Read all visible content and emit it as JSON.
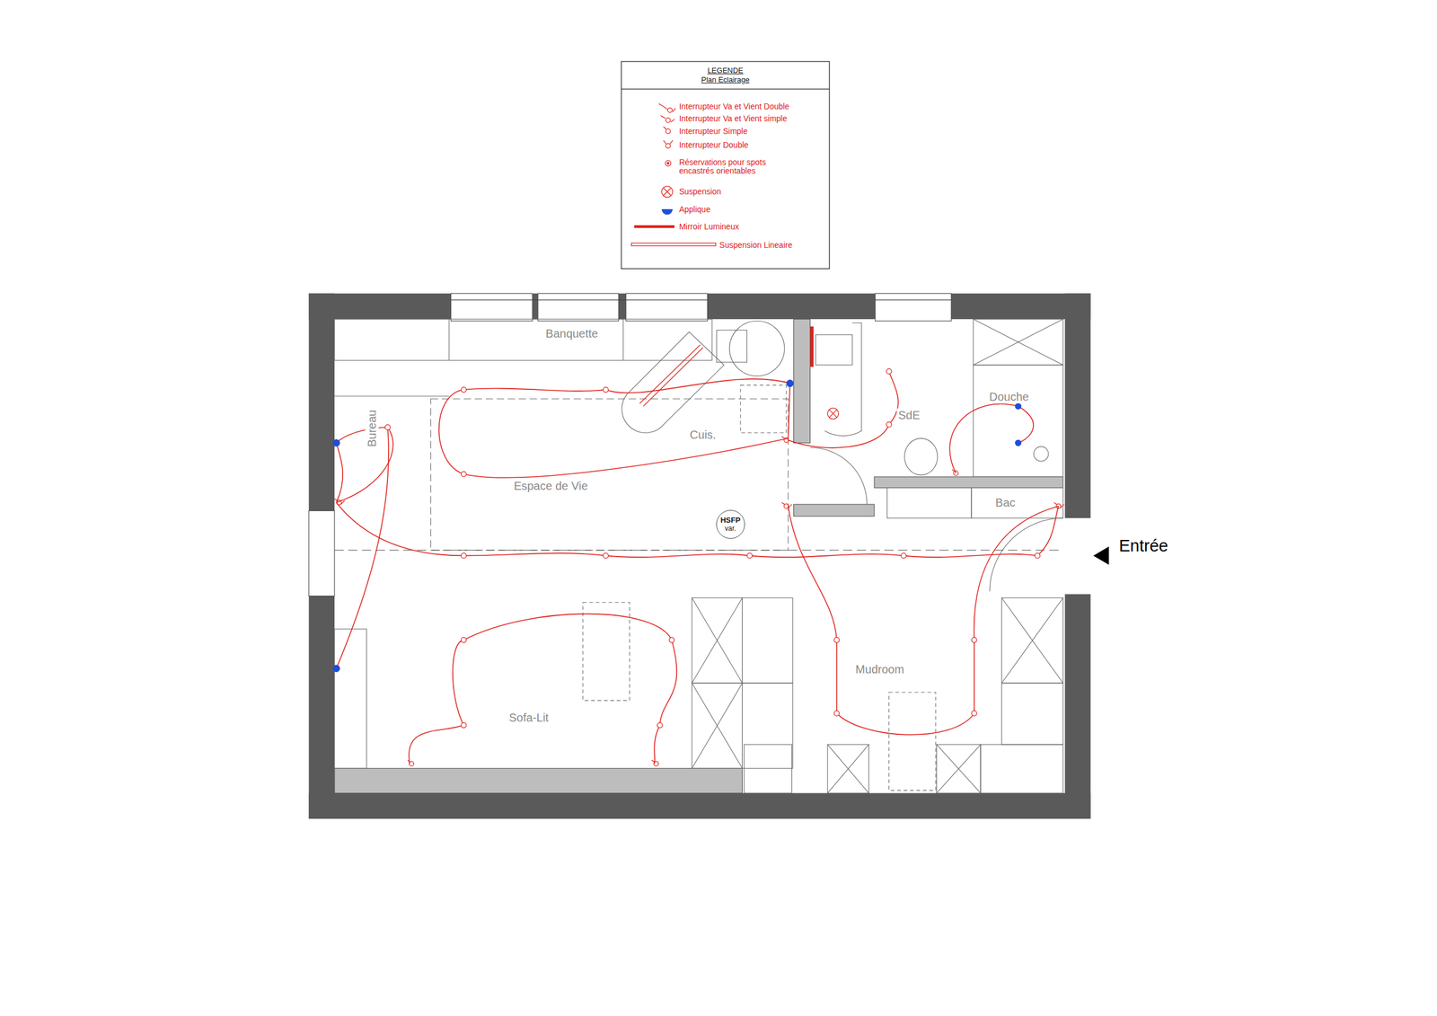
{
  "diagram": {
    "nodes": [
      {
        "text": [
          "LEGENDE",
          "Plan Eclairage"
        ]
      },
      {
        "text": [
          "HSFP",
          "var."
        ]
      }
    ],
    "labels": [
      "Banquette",
      "Cuis.",
      "SdE",
      "Douche",
      "Bac",
      "Bureau",
      "Espace de Vie",
      "Mudroom",
      "Sofa-Lit",
      "Entrée"
    ],
    "legend": [
      {
        "text": "Interrupteur Va et Vient Double"
      },
      {
        "text": "Interrupteur Va et Vient simple"
      },
      {
        "text": "Interrupteur Simple"
      },
      {
        "text": "Interrupteur Double"
      },
      {
        "text": "Réservations pour spots encastrés orientables"
      },
      {
        "text": "Suspension"
      },
      {
        "text": "Applique"
      },
      {
        "text": "Mirroir Lumineux"
      },
      {
        "text": "Suspension Lineaire"
      }
    ]
  }
}
